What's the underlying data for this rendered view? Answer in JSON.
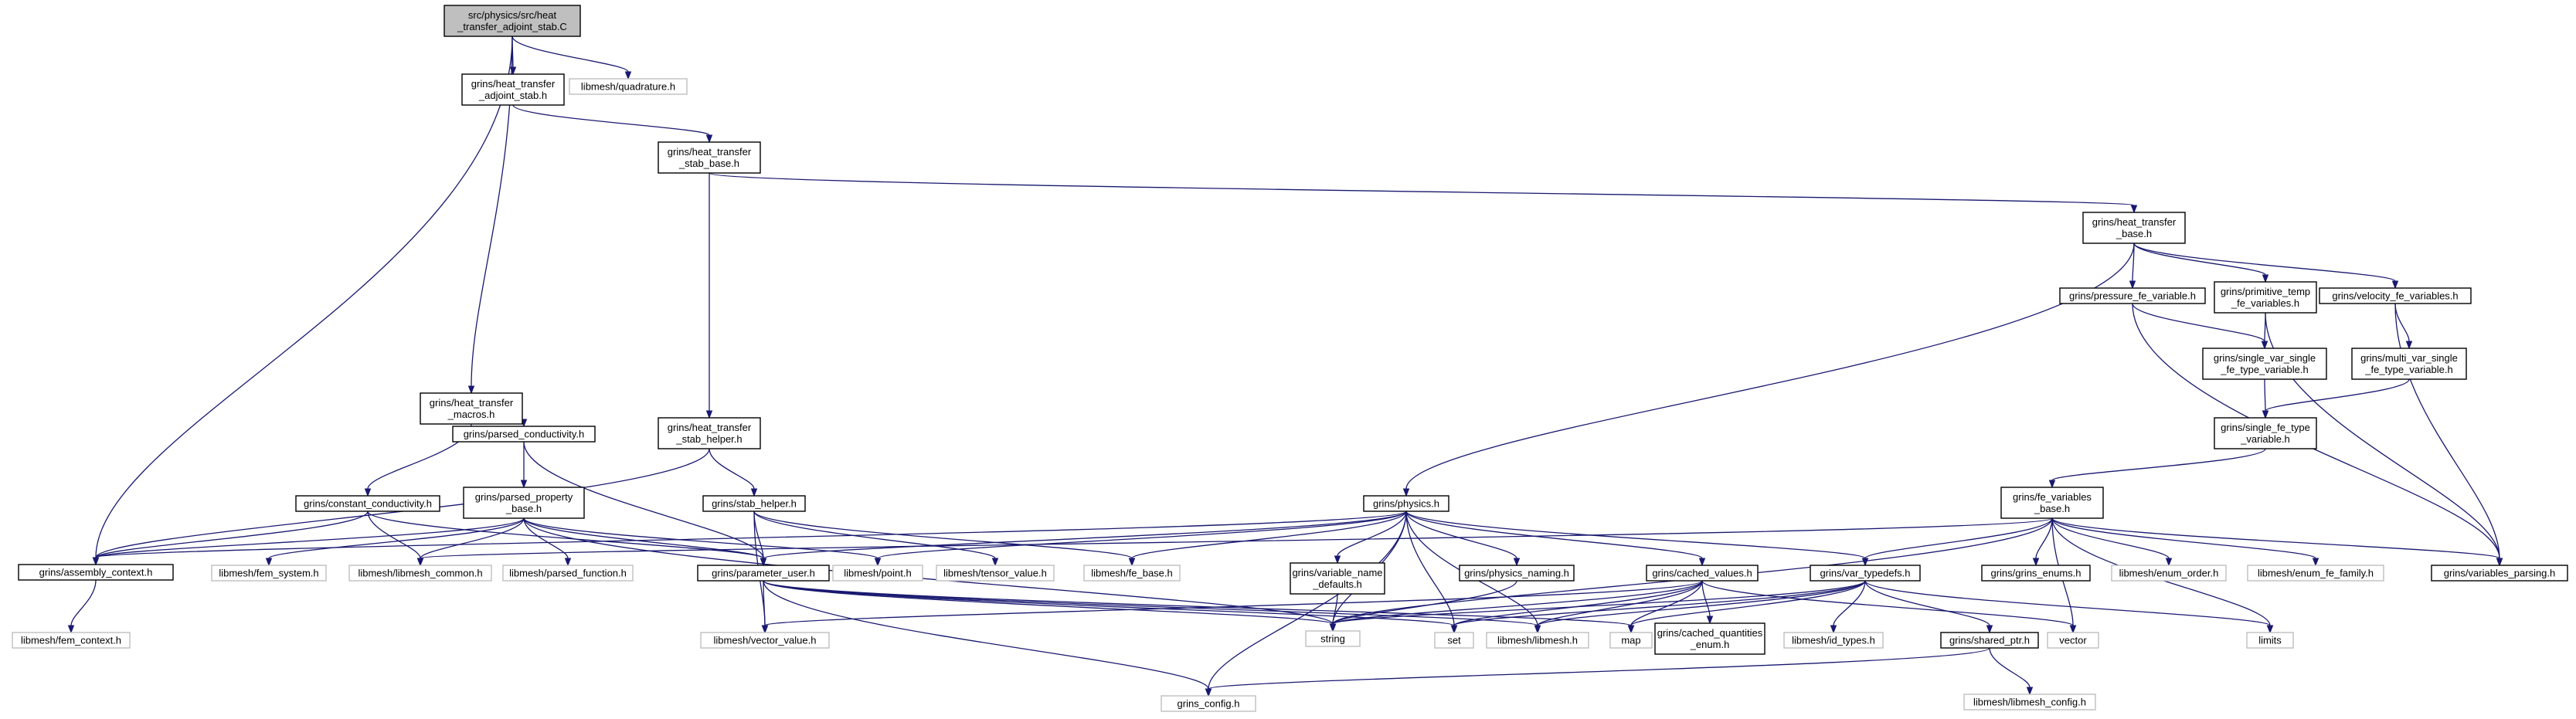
{
  "graph": {
    "colors": {
      "edge": "#191970",
      "root_fill": "#bfbfbf",
      "local_border": "#000000",
      "external_border": "#bfbfbf"
    },
    "nodes": [
      {
        "id": "root",
        "lines": [
          "src/physics/src/heat",
          "_transfer_adjoint_stab.C"
        ],
        "kind": "root"
      },
      {
        "id": "ht_adj_stab",
        "lines": [
          "grins/heat_transfer",
          "_adjoint_stab.h"
        ],
        "kind": "local"
      },
      {
        "id": "quadrature",
        "lines": [
          "libmesh/quadrature.h"
        ],
        "kind": "external"
      },
      {
        "id": "ht_stab_base",
        "lines": [
          "grins/heat_transfer",
          "_stab_base.h"
        ],
        "kind": "local"
      },
      {
        "id": "ht_base",
        "lines": [
          "grins/heat_transfer",
          "_base.h"
        ],
        "kind": "local"
      },
      {
        "id": "pressure_fe",
        "lines": [
          "grins/pressure_fe_variable.h"
        ],
        "kind": "local"
      },
      {
        "id": "prim_temp",
        "lines": [
          "grins/primitive_temp",
          "_fe_variables.h"
        ],
        "kind": "local"
      },
      {
        "id": "vel_fe",
        "lines": [
          "grins/velocity_fe_variables.h"
        ],
        "kind": "local"
      },
      {
        "id": "single_var",
        "lines": [
          "grins/single_var_single",
          "_fe_type_variable.h"
        ],
        "kind": "local"
      },
      {
        "id": "multi_var",
        "lines": [
          "grins/multi_var_single",
          "_fe_type_variable.h"
        ],
        "kind": "local"
      },
      {
        "id": "single_fe",
        "lines": [
          "grins/single_fe_type",
          "_variable.h"
        ],
        "kind": "local"
      },
      {
        "id": "fe_vars_base",
        "lines": [
          "grins/fe_variables",
          "_base.h"
        ],
        "kind": "local"
      },
      {
        "id": "ht_macros",
        "lines": [
          "grins/heat_transfer",
          "_macros.h"
        ],
        "kind": "local"
      },
      {
        "id": "parsed_cond",
        "lines": [
          "grins/parsed_conductivity.h"
        ],
        "kind": "local"
      },
      {
        "id": "ht_stab_helper",
        "lines": [
          "grins/heat_transfer",
          "_stab_helper.h"
        ],
        "kind": "local"
      },
      {
        "id": "const_cond",
        "lines": [
          "grins/constant_conductivity.h"
        ],
        "kind": "local"
      },
      {
        "id": "parsed_prop",
        "lines": [
          "grins/parsed_property",
          "_base.h"
        ],
        "kind": "local"
      },
      {
        "id": "stab_helper",
        "lines": [
          "grins/stab_helper.h"
        ],
        "kind": "local"
      },
      {
        "id": "physics",
        "lines": [
          "grins/physics.h"
        ],
        "kind": "local"
      },
      {
        "id": "assembly",
        "lines": [
          "grins/assembly_context.h"
        ],
        "kind": "local"
      },
      {
        "id": "fem_system",
        "lines": [
          "libmesh/fem_system.h"
        ],
        "kind": "external"
      },
      {
        "id": "libmesh_common",
        "lines": [
          "libmesh/libmesh_common.h"
        ],
        "kind": "external"
      },
      {
        "id": "parsed_function",
        "lines": [
          "libmesh/parsed_function.h"
        ],
        "kind": "external"
      },
      {
        "id": "param_user",
        "lines": [
          "grins/parameter_user.h"
        ],
        "kind": "local"
      },
      {
        "id": "point",
        "lines": [
          "libmesh/point.h"
        ],
        "kind": "external"
      },
      {
        "id": "tensor_value",
        "lines": [
          "libmesh/tensor_value.h"
        ],
        "kind": "external"
      },
      {
        "id": "fe_base",
        "lines": [
          "libmesh/fe_base.h"
        ],
        "kind": "external"
      },
      {
        "id": "var_name_defaults",
        "lines": [
          "grins/variable_name",
          "_defaults.h"
        ],
        "kind": "local"
      },
      {
        "id": "physics_naming",
        "lines": [
          "grins/physics_naming.h"
        ],
        "kind": "local"
      },
      {
        "id": "cached_values",
        "lines": [
          "grins/cached_values.h"
        ],
        "kind": "local"
      },
      {
        "id": "var_typedefs",
        "lines": [
          "grins/var_typedefs.h"
        ],
        "kind": "local"
      },
      {
        "id": "grins_enums",
        "lines": [
          "grins/grins_enums.h"
        ],
        "kind": "local"
      },
      {
        "id": "enum_order",
        "lines": [
          "libmesh/enum_order.h"
        ],
        "kind": "external"
      },
      {
        "id": "enum_fe_family",
        "lines": [
          "libmesh/enum_fe_family.h"
        ],
        "kind": "external"
      },
      {
        "id": "vars_parsing",
        "lines": [
          "grins/variables_parsing.h"
        ],
        "kind": "local"
      },
      {
        "id": "fem_context",
        "lines": [
          "libmesh/fem_context.h"
        ],
        "kind": "external"
      },
      {
        "id": "vector_value",
        "lines": [
          "libmesh/vector_value.h"
        ],
        "kind": "external"
      },
      {
        "id": "string",
        "lines": [
          "string"
        ],
        "kind": "external"
      },
      {
        "id": "set",
        "lines": [
          "set"
        ],
        "kind": "external"
      },
      {
        "id": "libmesh_h",
        "lines": [
          "libmesh/libmesh.h"
        ],
        "kind": "external"
      },
      {
        "id": "map",
        "lines": [
          "map"
        ],
        "kind": "external"
      },
      {
        "id": "cached_q_enum",
        "lines": [
          "grins/cached_quantities",
          "_enum.h"
        ],
        "kind": "local"
      },
      {
        "id": "id_types",
        "lines": [
          "libmesh/id_types.h"
        ],
        "kind": "external"
      },
      {
        "id": "shared_ptr",
        "lines": [
          "grins/shared_ptr.h"
        ],
        "kind": "local"
      },
      {
        "id": "vector",
        "lines": [
          "vector"
        ],
        "kind": "external"
      },
      {
        "id": "limits",
        "lines": [
          "limits"
        ],
        "kind": "external"
      },
      {
        "id": "grins_config",
        "lines": [
          "grins_config.h"
        ],
        "kind": "external"
      },
      {
        "id": "libmesh_config",
        "lines": [
          "libmesh/libmesh_config.h"
        ],
        "kind": "external"
      }
    ],
    "edges": [
      [
        "root",
        "assembly"
      ],
      [
        "root",
        "ht_adj_stab"
      ],
      [
        "root",
        "quadrature"
      ],
      [
        "root",
        "ht_macros"
      ],
      [
        "ht_adj_stab",
        "ht_stab_base"
      ],
      [
        "ht_stab_base",
        "ht_base"
      ],
      [
        "ht_stab_base",
        "ht_stab_helper"
      ],
      [
        "ht_base",
        "physics"
      ],
      [
        "ht_base",
        "pressure_fe"
      ],
      [
        "ht_base",
        "prim_temp"
      ],
      [
        "ht_base",
        "vel_fe"
      ],
      [
        "pressure_fe",
        "single_var"
      ],
      [
        "pressure_fe",
        "vars_parsing"
      ],
      [
        "prim_temp",
        "single_var"
      ],
      [
        "prim_temp",
        "vars_parsing"
      ],
      [
        "vel_fe",
        "multi_var"
      ],
      [
        "vel_fe",
        "vars_parsing"
      ],
      [
        "single_var",
        "single_fe"
      ],
      [
        "multi_var",
        "single_fe"
      ],
      [
        "single_fe",
        "fe_vars_base"
      ],
      [
        "fe_vars_base",
        "libmesh_common"
      ],
      [
        "fe_vars_base",
        "var_typedefs"
      ],
      [
        "fe_vars_base",
        "grins_enums"
      ],
      [
        "fe_vars_base",
        "enum_order"
      ],
      [
        "fe_vars_base",
        "enum_fe_family"
      ],
      [
        "fe_vars_base",
        "vars_parsing"
      ],
      [
        "fe_vars_base",
        "string"
      ],
      [
        "fe_vars_base",
        "vector"
      ],
      [
        "fe_vars_base",
        "limits"
      ],
      [
        "ht_macros",
        "const_cond"
      ],
      [
        "ht_macros",
        "parsed_cond"
      ],
      [
        "parsed_cond",
        "parsed_prop"
      ],
      [
        "parsed_cond",
        "param_user"
      ],
      [
        "ht_stab_helper",
        "assembly"
      ],
      [
        "ht_stab_helper",
        "stab_helper"
      ],
      [
        "const_cond",
        "assembly"
      ],
      [
        "const_cond",
        "libmesh_common"
      ],
      [
        "const_cond",
        "param_user"
      ],
      [
        "parsed_prop",
        "assembly"
      ],
      [
        "parsed_prop",
        "fem_system"
      ],
      [
        "parsed_prop",
        "libmesh_common"
      ],
      [
        "parsed_prop",
        "parsed_function"
      ],
      [
        "parsed_prop",
        "param_user"
      ],
      [
        "parsed_prop",
        "point"
      ],
      [
        "parsed_prop",
        "string"
      ],
      [
        "stab_helper",
        "param_user"
      ],
      [
        "stab_helper",
        "vector_value"
      ],
      [
        "stab_helper",
        "tensor_value"
      ],
      [
        "stab_helper",
        "fe_base"
      ],
      [
        "physics",
        "assembly"
      ],
      [
        "physics",
        "param_user"
      ],
      [
        "physics",
        "point"
      ],
      [
        "physics",
        "fe_base"
      ],
      [
        "physics",
        "var_name_defaults"
      ],
      [
        "physics",
        "physics_naming"
      ],
      [
        "physics",
        "cached_values"
      ],
      [
        "physics",
        "var_typedefs"
      ],
      [
        "physics",
        "string"
      ],
      [
        "physics",
        "set"
      ],
      [
        "physics",
        "libmesh_h"
      ],
      [
        "physics",
        "grins_config"
      ],
      [
        "assembly",
        "fem_context"
      ],
      [
        "param_user",
        "vector_value"
      ],
      [
        "param_user",
        "string"
      ],
      [
        "param_user",
        "set"
      ],
      [
        "param_user",
        "libmesh_h"
      ],
      [
        "param_user",
        "map"
      ],
      [
        "param_user",
        "grins_config"
      ],
      [
        "var_name_defaults",
        "string"
      ],
      [
        "physics_naming",
        "string"
      ],
      [
        "cached_values",
        "vector_value"
      ],
      [
        "cached_values",
        "string"
      ],
      [
        "cached_values",
        "set"
      ],
      [
        "cached_values",
        "libmesh_h"
      ],
      [
        "cached_values",
        "map"
      ],
      [
        "cached_values",
        "cached_q_enum"
      ],
      [
        "cached_values",
        "vector"
      ],
      [
        "var_typedefs",
        "string"
      ],
      [
        "var_typedefs",
        "set"
      ],
      [
        "var_typedefs",
        "libmesh_h"
      ],
      [
        "var_typedefs",
        "map"
      ],
      [
        "var_typedefs",
        "id_types"
      ],
      [
        "var_typedefs",
        "shared_ptr"
      ],
      [
        "var_typedefs",
        "limits"
      ],
      [
        "shared_ptr",
        "grins_config"
      ],
      [
        "shared_ptr",
        "libmesh_config"
      ]
    ]
  }
}
